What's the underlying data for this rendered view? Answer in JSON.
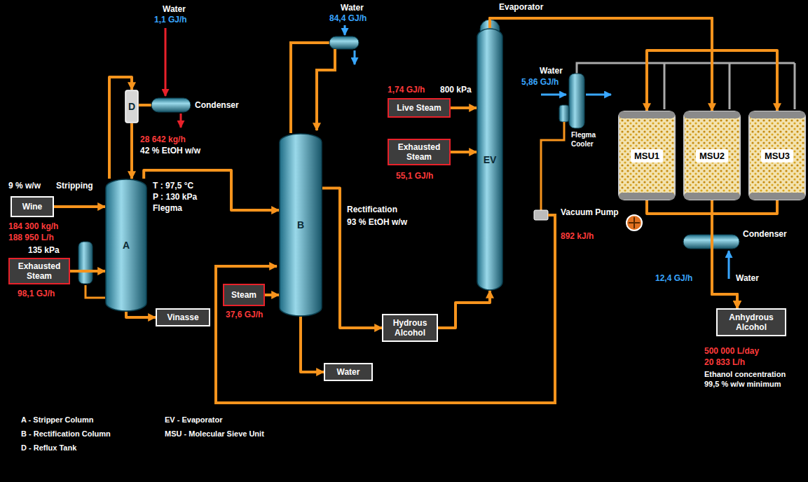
{
  "diagram": {
    "nodes": [
      {
        "text": [
          "D"
        ]
      },
      {
        "text": [
          "A"
        ]
      },
      {
        "text": [
          "Wine"
        ]
      },
      {
        "text": [
          "Exhausted Steam"
        ]
      },
      {
        "text": [
          "Vinasse"
        ]
      },
      {
        "text": [
          "B"
        ]
      },
      {
        "text": [
          "Steam"
        ]
      },
      {
        "text": [
          "Water"
        ]
      },
      {
        "text": [
          "Hydrous Alcohol"
        ]
      },
      {
        "text": [
          "Live Steam"
        ]
      },
      {
        "text": [
          "Exhausted Steam"
        ]
      },
      {
        "text": [
          "EV"
        ]
      },
      {
        "text": [
          "MSU1"
        ]
      },
      {
        "text": [
          "MSU2"
        ]
      },
      {
        "text": [
          "MSU3"
        ]
      },
      {
        "text": [
          "Anhydrous Alcohol"
        ]
      }
    ],
    "edges": [
      {
        "from": 2,
        "to": 1,
        "arrow": "to"
      },
      {
        "from": 3,
        "to": 1,
        "arrow": "to"
      },
      {
        "from": 1,
        "to": 4,
        "arrow": "to"
      },
      {
        "from": 1,
        "to": 0,
        "arrow": "to"
      },
      {
        "from": 0,
        "to": 1,
        "arrow": "to"
      },
      {
        "from": 1,
        "to": 5,
        "arrow": "to"
      },
      {
        "from": 6,
        "to": 5,
        "arrow": "to"
      },
      {
        "from": 5,
        "to": 8,
        "arrow": "to"
      },
      {
        "from": 5,
        "to": 7,
        "arrow": "to"
      },
      {
        "from": 8,
        "to": 11,
        "arrow": "to"
      },
      {
        "from": 9,
        "to": 11,
        "arrow": "to"
      },
      {
        "from": 10,
        "to": 11,
        "arrow": "to"
      },
      {
        "from": 11,
        "to": 12,
        "arrow": "to"
      },
      {
        "from": 11,
        "to": 13,
        "arrow": "to"
      },
      {
        "from": 11,
        "to": 14,
        "arrow": "to"
      },
      {
        "from": 12,
        "to": 15,
        "arrow": "to"
      },
      {
        "from": 13,
        "to": 15,
        "arrow": "to"
      },
      {
        "from": 14,
        "to": 15,
        "arrow": "to"
      }
    ],
    "labels": [
      "Water",
      "1,1 GJ/h",
      "Condenser",
      "28 642 kg/h",
      "42 % EtOH w/w",
      "T : 97,5 °C",
      "P : 130 kPa",
      "Flegma",
      "9 % w/w",
      "Stripping",
      "184 300 kg/h",
      "188 950 L/h",
      "135 kPa",
      "98,1 GJ/h",
      "Water",
      "84,4 GJ/h",
      "Evaporator",
      "1,74 GJ/h",
      "800 kPa",
      "55,1 GJ/h",
      "Rectification",
      "93 % EtOH w/w",
      "37,6 GJ/h",
      "Water",
      "5,86 GJ/h",
      "Flegma Cooler",
      "Vacuum Pump",
      "892 kJ/h",
      "Condenser",
      "12,4 GJ/h",
      "Water",
      "500 000 L/day",
      "20 833 L/h",
      "Ethanol concentration 99,5 % w/w minimum",
      "A - Stripper Column",
      "B - Rectification Column",
      "D - Reflux Tank",
      "EV - Evaporator",
      "MSU - Molecular Sieve Unit"
    ]
  }
}
